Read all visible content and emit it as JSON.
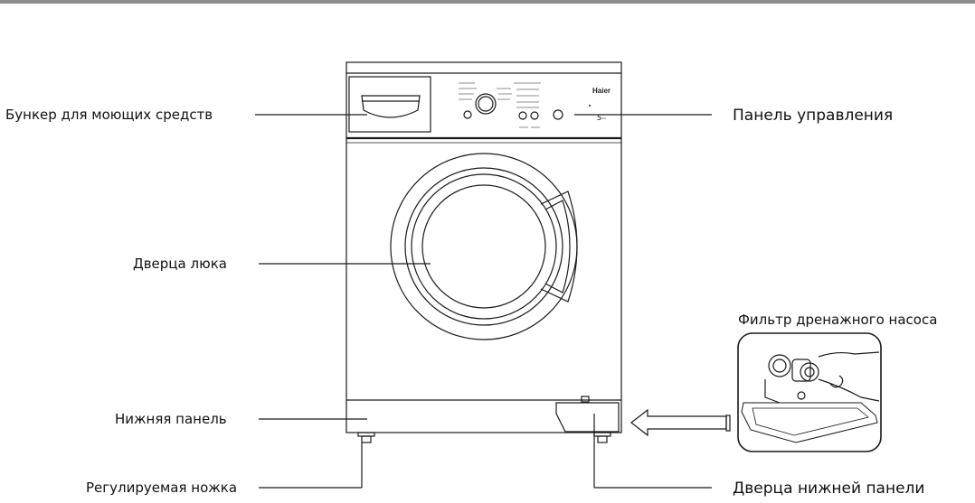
{
  "callouts": {
    "detergent_drawer": "Бункер для моющих средств",
    "control_panel": "Панель управления",
    "door": "Дверца люка",
    "drain_filter": "Фильтр дренажного насоса",
    "lower_panel": "Нижняя панель",
    "adjustable_foot": "Регулируемая ножка",
    "lower_panel_door": "Дверца нижней панели"
  },
  "appliance": {
    "brand": "Haier",
    "capacity_mark": "5"
  },
  "colors": {
    "line": "#1a1a1a",
    "top_rule": "#8c8c8c",
    "background": "#ffffff"
  }
}
